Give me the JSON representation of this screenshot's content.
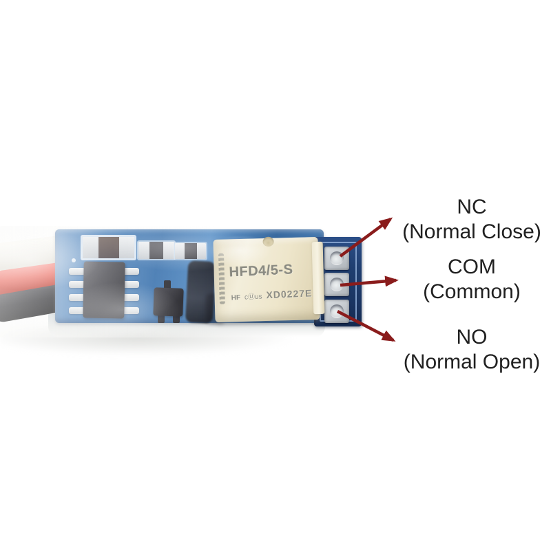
{
  "annotations": [
    {
      "id": "nc",
      "abbr": "NC",
      "full": "(Normal Close)"
    },
    {
      "id": "com",
      "abbr": "COM",
      "full": "(Common)"
    },
    {
      "id": "no",
      "abbr": "NO",
      "full": "(Normal Open)"
    }
  ],
  "relay_markings": {
    "model": "HFD4/5-S",
    "logo": "HF",
    "cert": "cⓊus",
    "code": "XD0227E"
  },
  "colors": {
    "arrow_red": "#8a1c1c",
    "label_text": "#202020",
    "pcb_blue": "#3f79b6",
    "pcb_navy": "#1f3e70",
    "relay_cream": "#eee6cb",
    "pad_silver": "#c9cdd1",
    "wire_white": "#efede6",
    "wire_red": "#e63a2c",
    "wire_black": "#1b1b20"
  }
}
